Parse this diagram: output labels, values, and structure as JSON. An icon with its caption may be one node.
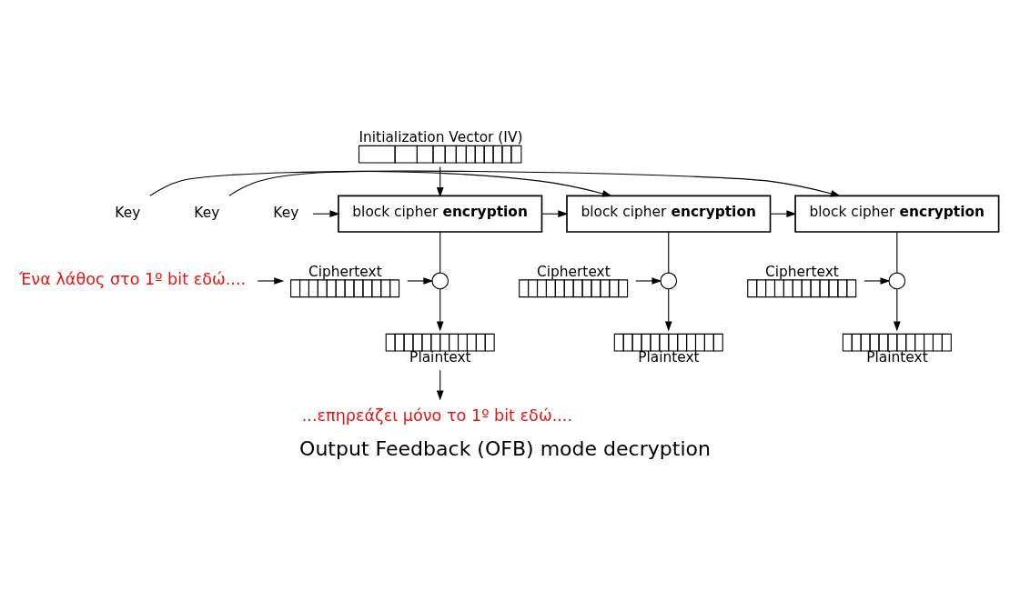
{
  "diagram": {
    "caption": "Output Feedback (OFB) mode decryption",
    "nodes": [
      {
        "text": [
          "Initialization Vector (IV)"
        ]
      },
      {
        "text": [
          "Key"
        ]
      },
      {
        "text": [
          "block cipher **encryption**"
        ]
      },
      {
        "text": [
          "Ciphertext"
        ]
      },
      {
        "text": [],
        "shape": "circle"
      },
      {
        "text": [
          "Plaintext"
        ]
      },
      {
        "text": [
          "Key"
        ]
      },
      {
        "text": [
          "block cipher **encryption**"
        ]
      },
      {
        "text": [
          "Ciphertext"
        ]
      },
      {
        "text": [],
        "shape": "circle"
      },
      {
        "text": [
          "Plaintext"
        ]
      },
      {
        "text": [
          "Key"
        ]
      },
      {
        "text": [
          "block cipher **encryption**"
        ]
      },
      {
        "text": [
          "Ciphertext"
        ]
      },
      {
        "text": [],
        "shape": "circle"
      },
      {
        "text": [
          "Plaintext"
        ]
      },
      {
        "text": [
          "Ένα λάθος στο 1º bit εδώ...."
        ]
      },
      {
        "text": [
          "...επηρεάζει μόνο το 1º bit εδώ...."
        ]
      }
    ],
    "edges": [
      {
        "from": 0,
        "to": 2,
        "arrow": "to"
      },
      {
        "from": 1,
        "to": 2,
        "arrow": "to"
      },
      {
        "from": 2,
        "to": 4,
        "arrow": "none"
      },
      {
        "from": 2,
        "to": 7,
        "arrow": "to"
      },
      {
        "from": 3,
        "to": 4,
        "arrow": "to"
      },
      {
        "from": 4,
        "to": 5,
        "arrow": "to"
      },
      {
        "from": 6,
        "to": 7,
        "arrow": "to"
      },
      {
        "from": 7,
        "to": 9,
        "arrow": "none"
      },
      {
        "from": 7,
        "to": 12,
        "arrow": "to"
      },
      {
        "from": 8,
        "to": 9,
        "arrow": "to"
      },
      {
        "from": 9,
        "to": 10,
        "arrow": "to"
      },
      {
        "from": 11,
        "to": 12,
        "arrow": "to"
      },
      {
        "from": 12,
        "to": 14,
        "arrow": "none"
      },
      {
        "from": 13,
        "to": 14,
        "arrow": "to"
      },
      {
        "from": 14,
        "to": 15,
        "arrow": "to"
      },
      {
        "from": 16,
        "to": 3,
        "arrow": "to"
      },
      {
        "from": 5,
        "to": 17,
        "arrow": "to"
      }
    ]
  }
}
